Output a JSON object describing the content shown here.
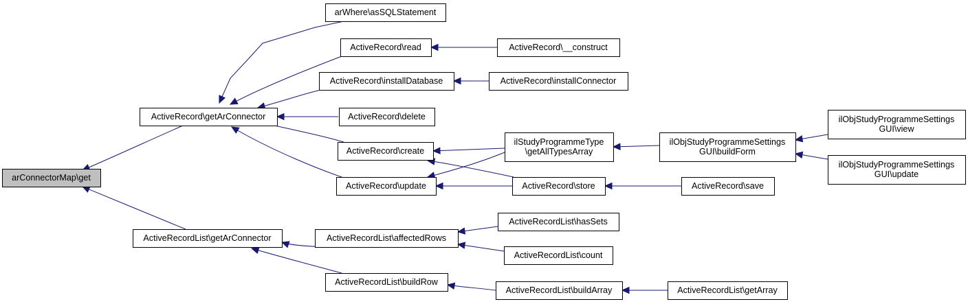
{
  "diagram": {
    "colors": {
      "edge": "#191970",
      "root_fill": "#bfbfbf",
      "node_fill": "#ffffff",
      "node_border": "#000000"
    },
    "nodes": [
      {
        "id": "n0",
        "lines": [
          "arConnectorMap\\get"
        ],
        "root": true
      },
      {
        "id": "n1",
        "lines": [
          "ActiveRecord\\getArConnector"
        ]
      },
      {
        "id": "n2",
        "lines": [
          "ActiveRecordList\\getArConnector"
        ]
      },
      {
        "id": "n3",
        "lines": [
          "arWhere\\asSQLStatement"
        ]
      },
      {
        "id": "n4",
        "lines": [
          "ActiveRecord\\read"
        ]
      },
      {
        "id": "n5",
        "lines": [
          "ActiveRecord\\installDatabase"
        ]
      },
      {
        "id": "n6",
        "lines": [
          "ActiveRecord\\delete"
        ]
      },
      {
        "id": "n7",
        "lines": [
          "ActiveRecord\\create"
        ]
      },
      {
        "id": "n8",
        "lines": [
          "ActiveRecord\\update"
        ]
      },
      {
        "id": "n9",
        "lines": [
          "ActiveRecordList\\affectedRows"
        ]
      },
      {
        "id": "n10",
        "lines": [
          "ActiveRecordList\\buildRow"
        ]
      },
      {
        "id": "n11",
        "lines": [
          "ActiveRecord\\__construct"
        ]
      },
      {
        "id": "n12",
        "lines": [
          "ActiveRecord\\installConnector"
        ]
      },
      {
        "id": "n13",
        "lines": [
          "ilStudyProgrammeType",
          "\\getAllTypesArray"
        ]
      },
      {
        "id": "n14",
        "lines": [
          "ActiveRecord\\store"
        ]
      },
      {
        "id": "n15",
        "lines": [
          "ActiveRecordList\\hasSets"
        ]
      },
      {
        "id": "n16",
        "lines": [
          "ActiveRecordList\\count"
        ]
      },
      {
        "id": "n17",
        "lines": [
          "ActiveRecordList\\buildArray"
        ]
      },
      {
        "id": "n18",
        "lines": [
          "ilObjStudyProgrammeSettings",
          "GUI\\buildForm"
        ]
      },
      {
        "id": "n19",
        "lines": [
          "ActiveRecord\\save"
        ]
      },
      {
        "id": "n20",
        "lines": [
          "ActiveRecordList\\getArray"
        ]
      },
      {
        "id": "n21",
        "lines": [
          "ilObjStudyProgrammeSettings",
          "GUI\\view"
        ]
      },
      {
        "id": "n22",
        "lines": [
          "ilObjStudyProgrammeSettings",
          "GUI\\update"
        ]
      }
    ],
    "edges": [
      {
        "from": "n1",
        "to": "n0"
      },
      {
        "from": "n2",
        "to": "n0"
      },
      {
        "from": "n3",
        "to": "n1"
      },
      {
        "from": "n4",
        "to": "n1"
      },
      {
        "from": "n5",
        "to": "n1"
      },
      {
        "from": "n6",
        "to": "n1"
      },
      {
        "from": "n7",
        "to": "n1"
      },
      {
        "from": "n8",
        "to": "n1"
      },
      {
        "from": "n9",
        "to": "n2"
      },
      {
        "from": "n10",
        "to": "n2"
      },
      {
        "from": "n11",
        "to": "n4"
      },
      {
        "from": "n12",
        "to": "n5"
      },
      {
        "from": "n13",
        "to": "n7"
      },
      {
        "from": "n14",
        "to": "n7"
      },
      {
        "from": "n13",
        "to": "n8"
      },
      {
        "from": "n14",
        "to": "n8"
      },
      {
        "from": "n15",
        "to": "n9"
      },
      {
        "from": "n16",
        "to": "n9"
      },
      {
        "from": "n17",
        "to": "n10"
      },
      {
        "from": "n18",
        "to": "n13"
      },
      {
        "from": "n19",
        "to": "n14"
      },
      {
        "from": "n20",
        "to": "n17"
      },
      {
        "from": "n21",
        "to": "n18"
      },
      {
        "from": "n22",
        "to": "n18"
      }
    ]
  }
}
